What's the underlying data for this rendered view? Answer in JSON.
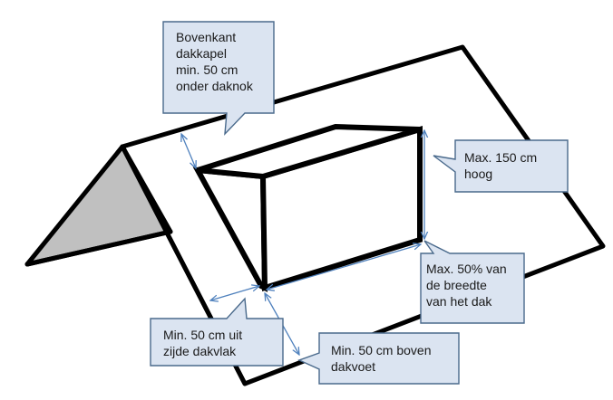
{
  "callouts": {
    "ridge_distance": "Bovenkant\ndakkapel\nmin. 50 cm\nonder daknok",
    "max_height": "Max. 150 cm\nhoog",
    "max_width": "Max. 50% van\nde breedte\nvan het dak",
    "side_distance": "Min. 50 cm uit\nzijde dakvlak",
    "eave_distance": "Min. 50 cm boven\ndakvoet"
  },
  "colors": {
    "callout_fill": "#dbe4f1",
    "callout_border": "#4a6a8c",
    "dimension_arrow": "#4f81bd",
    "gable_fill": "#c0c0c0"
  }
}
